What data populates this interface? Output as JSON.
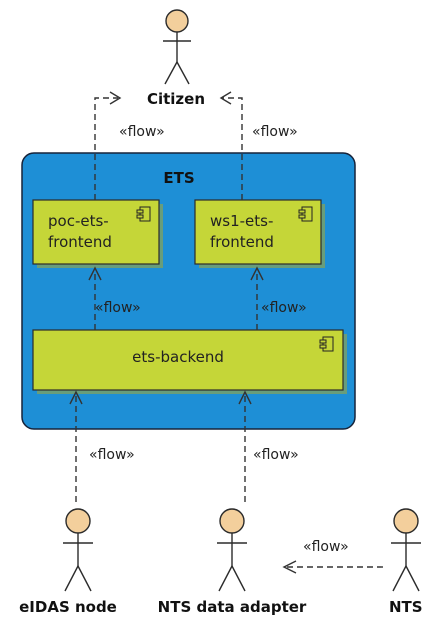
{
  "actors": {
    "citizen": "Citizen",
    "eidas": "eIDAS node",
    "nts_adapter": "NTS data adapter",
    "nts": "NTS"
  },
  "package": {
    "title": "ETS"
  },
  "components": {
    "poc": {
      "line1": "poc-ets-",
      "line2": "frontend"
    },
    "ws1": {
      "line1": "ws1-ets-",
      "line2": "frontend"
    },
    "backend": "ets-backend"
  },
  "flow_label": "«flow»",
  "colors": {
    "package_fill": "#1e8fd6",
    "component_fill": "#c5d638",
    "actor_fill": "#f3cf9c"
  }
}
